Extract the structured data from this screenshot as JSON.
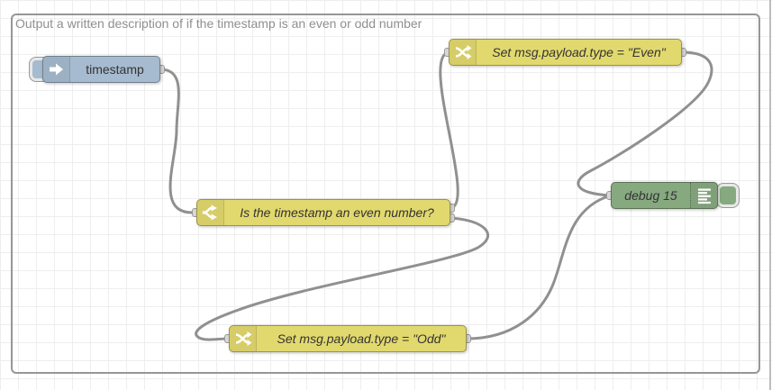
{
  "workspace": {
    "group_label": "Output a written description of if the timestamp is an even or odd number",
    "grid_color": "#eeeeee",
    "wire_color": "#909090",
    "group_border_color": "#969696"
  },
  "nodes": {
    "inject": {
      "type": "inject",
      "label": "timestamp",
      "color": "#a6bbcf",
      "icon": "inject-arrow-icon",
      "has_button": true
    },
    "switch": {
      "type": "switch",
      "label": "Is the timestamp an even number?",
      "color": "#e2d96e",
      "icon": "switch-fork-icon",
      "outputs": 2
    },
    "change_even": {
      "type": "change",
      "label": "Set msg.payload.type = \"Even\"",
      "color": "#e2d96e",
      "icon": "change-shuffle-icon"
    },
    "change_odd": {
      "type": "change",
      "label": "Set msg.payload.type = \"Odd\"",
      "color": "#e2d96e",
      "icon": "change-shuffle-icon"
    },
    "debug": {
      "type": "debug",
      "label": "debug 15",
      "color": "#87a980",
      "icon": "debug-list-icon",
      "has_button": true
    }
  },
  "wires": [
    {
      "from": "inject",
      "to": "switch"
    },
    {
      "from": "switch:output-1",
      "to": "change_even"
    },
    {
      "from": "switch:output-2",
      "to": "change_odd"
    },
    {
      "from": "change_even",
      "to": "debug"
    },
    {
      "from": "change_odd",
      "to": "debug"
    }
  ]
}
